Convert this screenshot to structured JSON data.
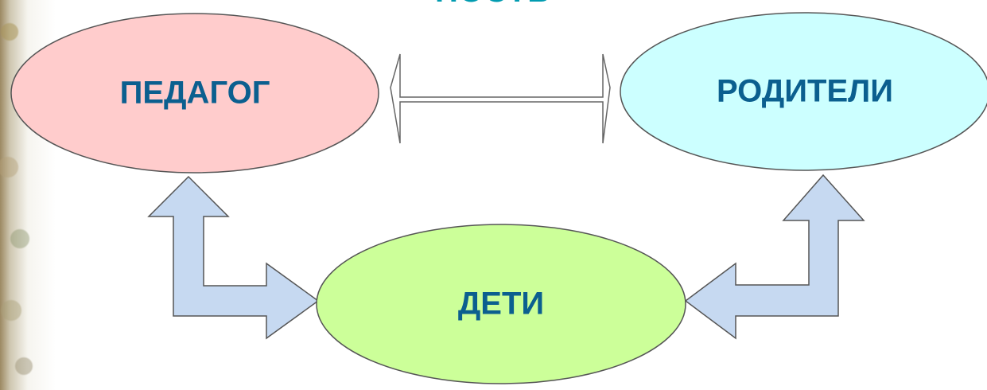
{
  "title_fragment": "НОСТЬ",
  "nodes": {
    "pedagog": {
      "label": "ПЕДАГОГ"
    },
    "roditeli": {
      "label": "РОДИТЕЛИ"
    },
    "deti": {
      "label": "ДЕТИ"
    }
  },
  "colors": {
    "pedagog_fill": "#ffcccc",
    "roditeli_fill": "#ccffff",
    "deti_fill": "#ccff99",
    "arrow_fill": "#c6d9f1",
    "label": "#0b5f8f",
    "title": "#009bb0"
  },
  "connectors": [
    {
      "from": "ПЕДАГОГ",
      "to": "РОДИТЕЛИ",
      "direction": "both"
    },
    {
      "from": "ПЕДАГОГ",
      "to": "ДЕТИ",
      "direction": "both"
    },
    {
      "from": "РОДИТЕЛИ",
      "to": "ДЕТИ",
      "direction": "both"
    }
  ]
}
